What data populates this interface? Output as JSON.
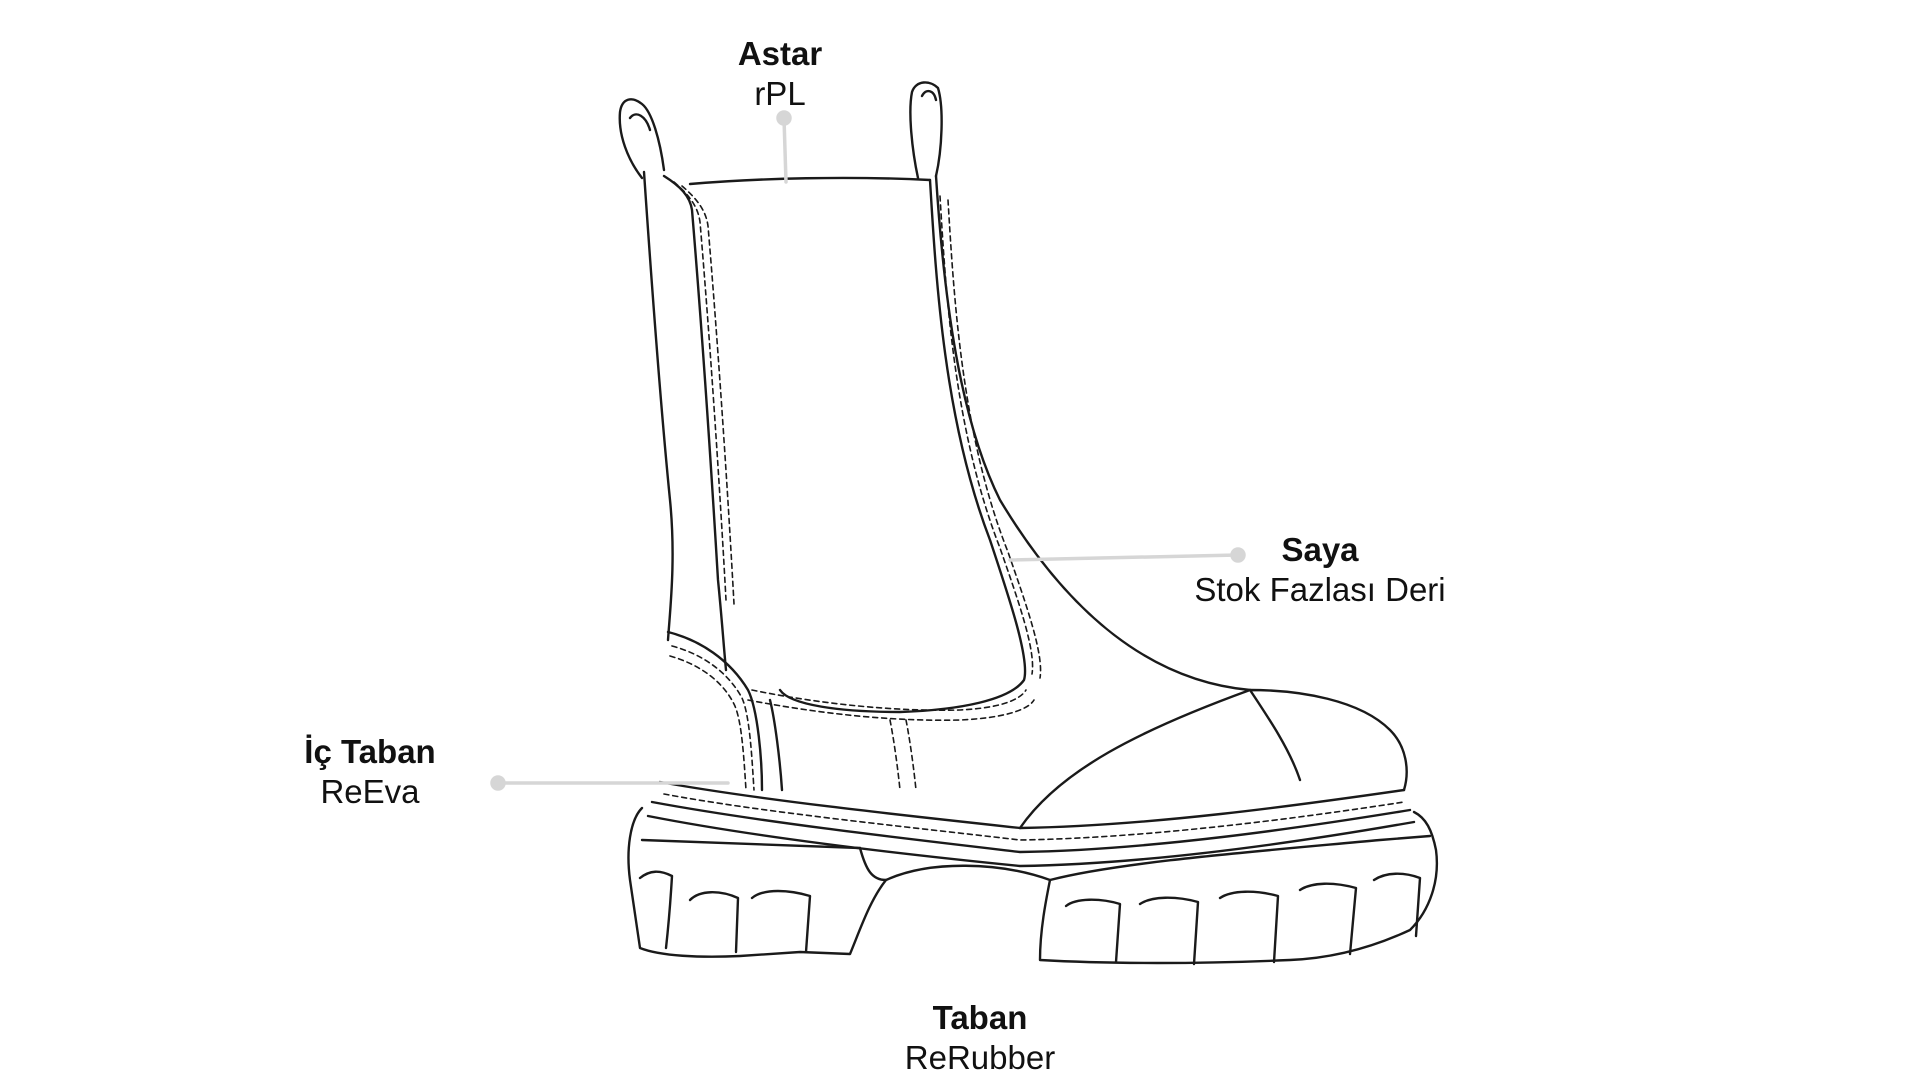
{
  "callouts": {
    "astar": {
      "name": "Astar",
      "material": "rPL"
    },
    "saya": {
      "name": "Saya",
      "material": "Stok Fazlası Deri"
    },
    "ic_taban": {
      "name": "İç Taban",
      "material": "ReEva"
    },
    "taban": {
      "name": "Taban",
      "material": "ReRubber"
    }
  },
  "colors": {
    "outline": "#1a1a1a",
    "leader": "#d6d6d6",
    "background": "#ffffff"
  }
}
